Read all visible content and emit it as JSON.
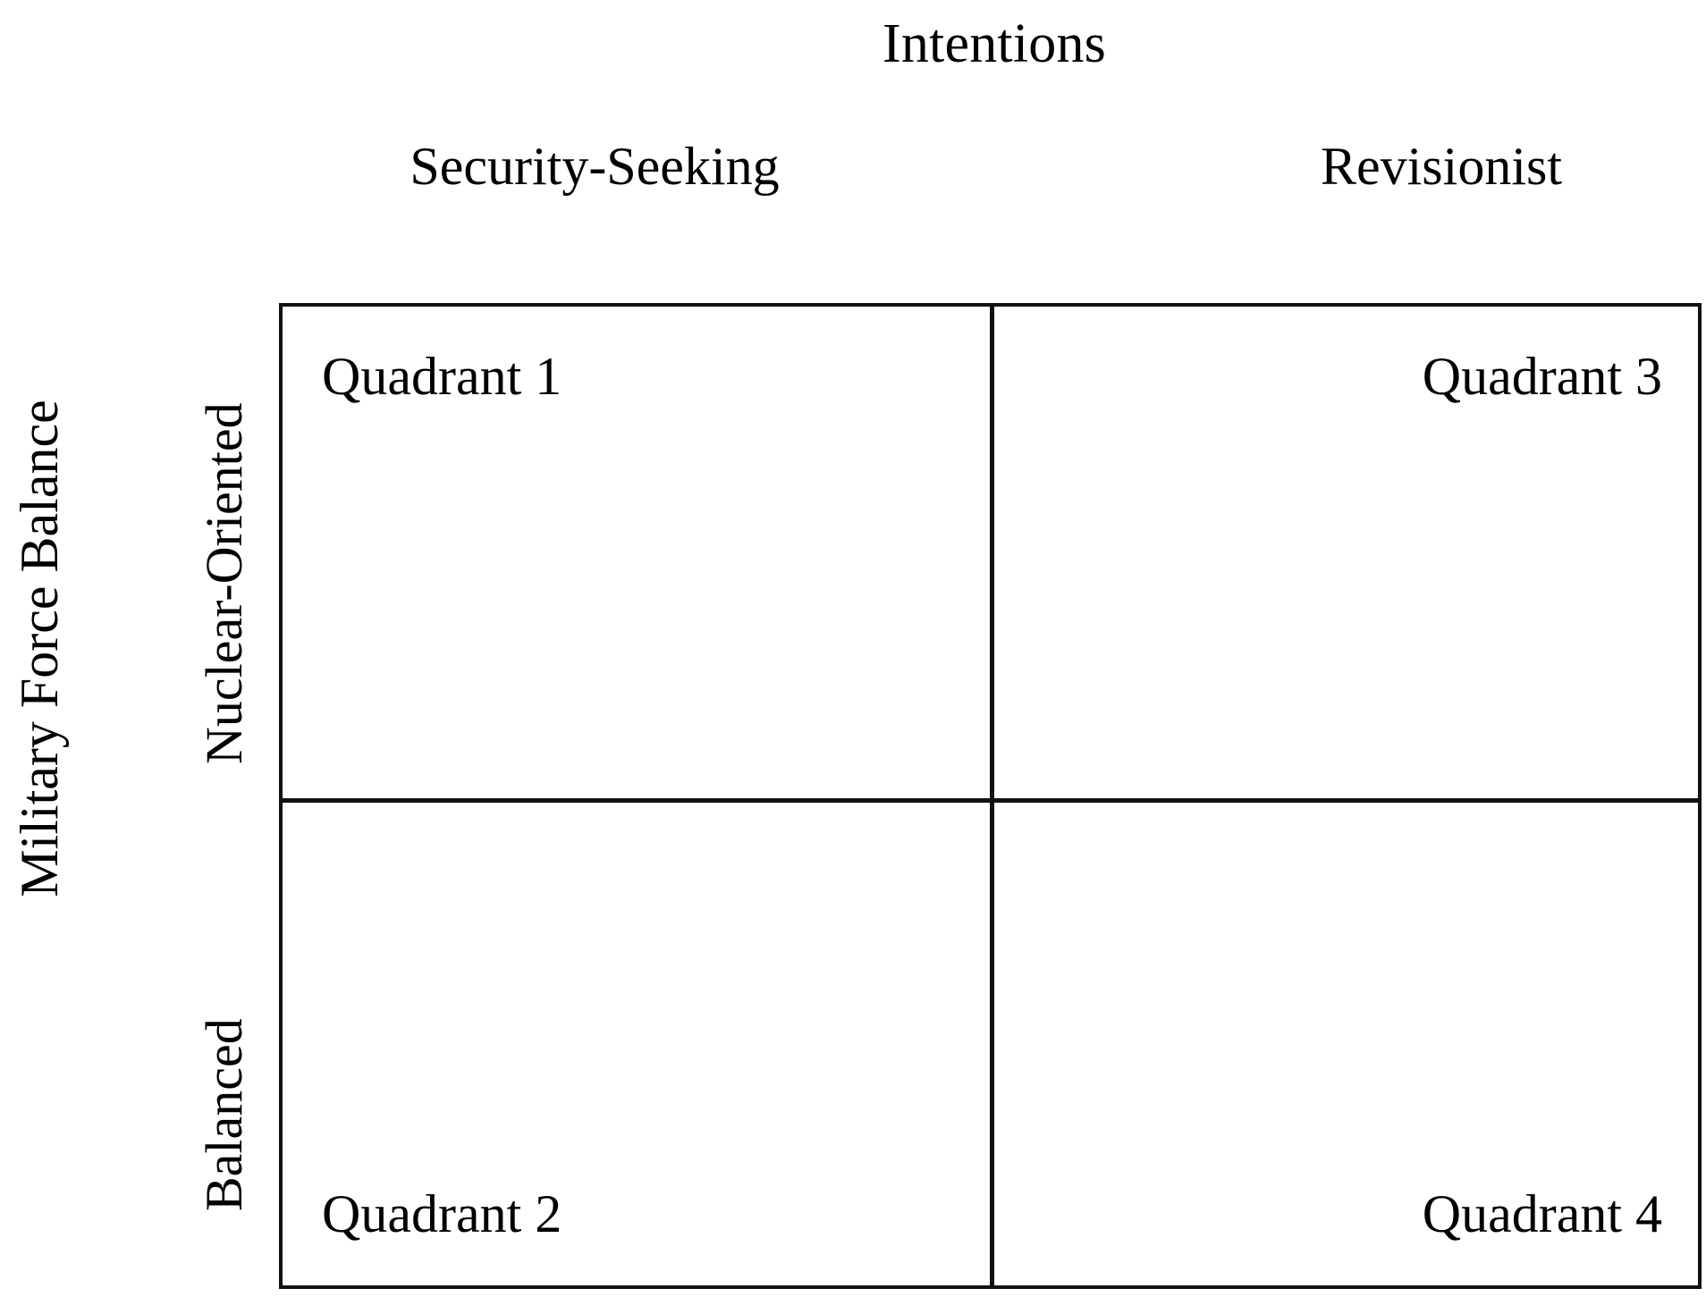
{
  "figure": {
    "type": "2x2-matrix-diagram",
    "background_color": "#ffffff",
    "line_color": "#111111",
    "text_color": "#000000"
  },
  "axes": {
    "x_title": "Intentions",
    "y_title": "Military Force Balance",
    "x_categories": [
      "Security-Seeking",
      "Revisionist"
    ],
    "y_categories": [
      "Nuclear-Oriented",
      "Balanced"
    ]
  },
  "matrix": {
    "columns": [
      {
        "label": "Security-Seeking"
      },
      {
        "label": "Revisionist"
      }
    ],
    "rows": [
      {
        "label": "Nuclear-Oriented"
      },
      {
        "label": "Balanced"
      }
    ],
    "cells": [
      {
        "id": "q1",
        "label": "Quadrant 1",
        "row": "Nuclear-Oriented",
        "column": "Security-Seeking",
        "align": "left"
      },
      {
        "id": "q3",
        "label": "Quadrant 3",
        "row": "Nuclear-Oriented",
        "column": "Revisionist",
        "align": "right"
      },
      {
        "id": "q2",
        "label": "Quadrant 2",
        "row": "Balanced",
        "column": "Security-Seeking",
        "align": "left"
      },
      {
        "id": "q4",
        "label": "Quadrant 4",
        "row": "Balanced",
        "column": "Revisionist",
        "align": "right"
      }
    ]
  }
}
